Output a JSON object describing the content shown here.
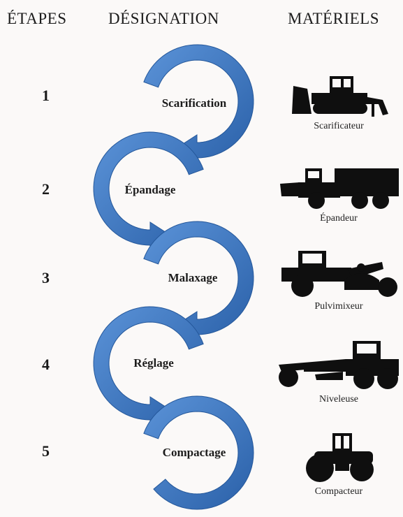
{
  "headers": {
    "etapes": "ÉTAPES",
    "designation": "DÉSIGNATION",
    "materiels": "MATÉRIELS"
  },
  "steps": [
    {
      "number": "1",
      "designation": "Scarification",
      "machine": "Scarificateur",
      "machine_icon": "bulldozer-ripper-icon"
    },
    {
      "number": "2",
      "designation": "Épandage",
      "machine": "Épandeur",
      "machine_icon": "spreader-truck-icon"
    },
    {
      "number": "3",
      "designation": "Malaxage",
      "machine": "Pulvimixeur",
      "machine_icon": "pulvimixer-icon"
    },
    {
      "number": "4",
      "designation": "Réglage",
      "machine": "Niveleuse",
      "machine_icon": "grader-icon"
    },
    {
      "number": "5",
      "designation": "Compactage",
      "machine": "Compacteur",
      "machine_icon": "compactor-roller-icon"
    }
  ],
  "colors": {
    "arrow_fill": "#3d78c4",
    "arrow_shade": "#24579a",
    "silhouette": "#0f0f0f"
  }
}
